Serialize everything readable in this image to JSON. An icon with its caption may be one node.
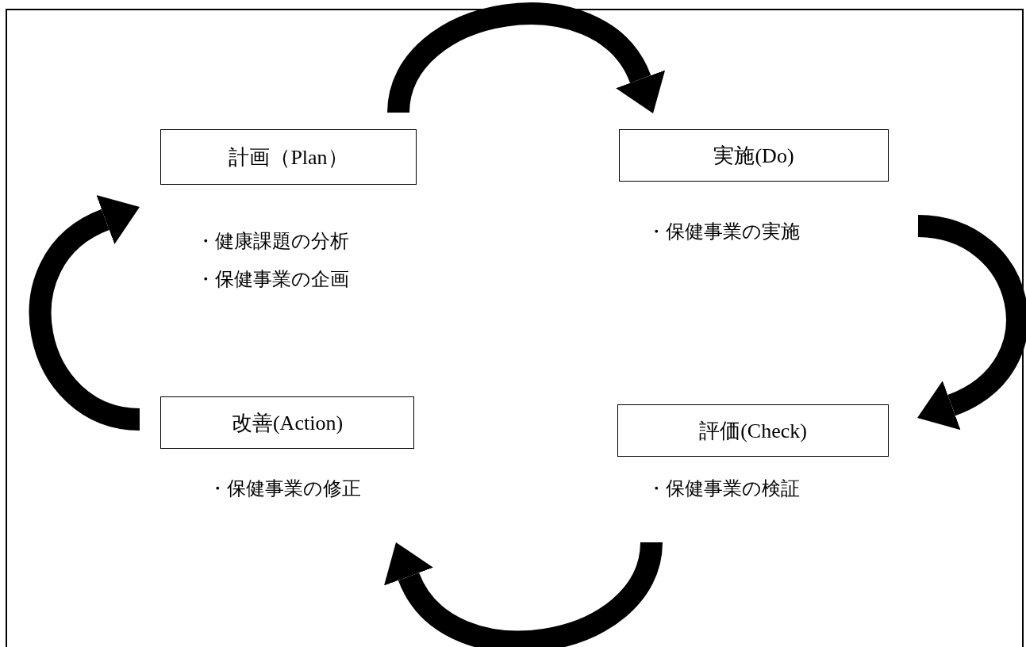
{
  "diagram": {
    "nodes": [
      {
        "text": [
          "計画（Plan）"
        ],
        "beside": [
          "・健康課題の分析",
          "・保健事業の企画"
        ]
      },
      {
        "text": [
          "実施(Do)"
        ],
        "beside": [
          "・保健事業の実施"
        ]
      },
      {
        "text": [
          "評価(Check)"
        ],
        "beside": [
          "・保健事業の検証"
        ]
      },
      {
        "text": [
          "改善(Action)"
        ],
        "beside": [
          "・保健事業の修正"
        ]
      }
    ],
    "edges": [
      {
        "from": 0,
        "to": 1,
        "arrow": "to"
      },
      {
        "from": 1,
        "to": 2,
        "arrow": "to"
      },
      {
        "from": 2,
        "to": 3,
        "arrow": "to"
      },
      {
        "from": 3,
        "to": 0,
        "arrow": "to"
      }
    ]
  }
}
